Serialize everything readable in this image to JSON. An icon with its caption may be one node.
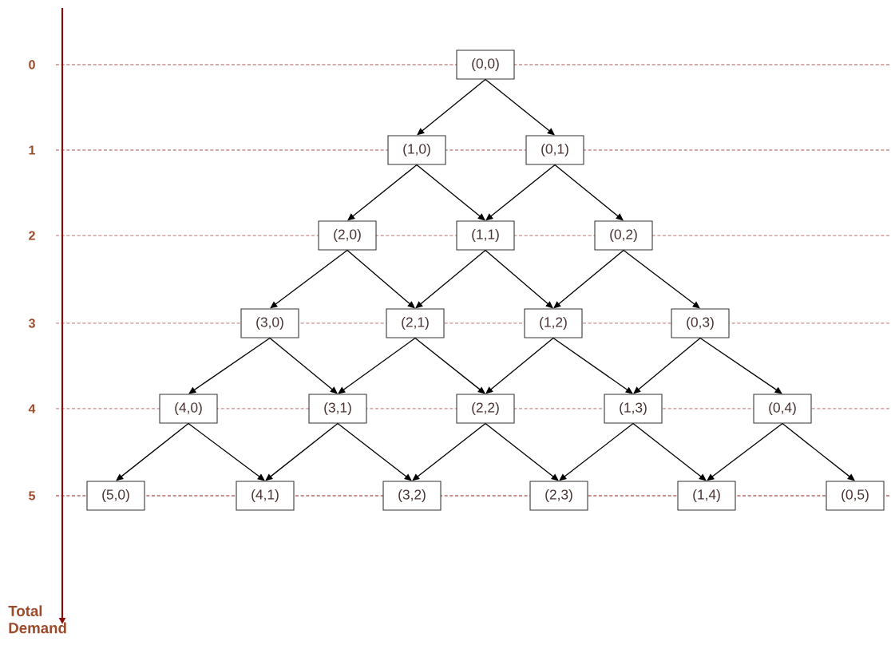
{
  "diagram": {
    "nodes": [
      {
        "text": [
          "(0,0)"
        ]
      },
      {
        "text": [
          "(1,0)"
        ]
      },
      {
        "text": [
          "(0,1)"
        ]
      },
      {
        "text": [
          "(2,0)"
        ]
      },
      {
        "text": [
          "(1,1)"
        ]
      },
      {
        "text": [
          "(0,2)"
        ]
      },
      {
        "text": [
          "(3,0)"
        ]
      },
      {
        "text": [
          "(2,1)"
        ]
      },
      {
        "text": [
          "(1,2)"
        ]
      },
      {
        "text": [
          "(0,3)"
        ]
      },
      {
        "text": [
          "(4,0)"
        ]
      },
      {
        "text": [
          "(3,1)"
        ]
      },
      {
        "text": [
          "(2,2)"
        ]
      },
      {
        "text": [
          "(1,3)"
        ]
      },
      {
        "text": [
          "(0,4)"
        ]
      },
      {
        "text": [
          "(5,0)"
        ]
      },
      {
        "text": [
          "(4,1)"
        ]
      },
      {
        "text": [
          "(3,2)"
        ]
      },
      {
        "text": [
          "(2,3)"
        ]
      },
      {
        "text": [
          "(1,4)"
        ]
      },
      {
        "text": [
          "(0,5)"
        ]
      }
    ],
    "edges": [
      {
        "from": 0,
        "to": 1,
        "arrow": "to"
      },
      {
        "from": 0,
        "to": 2,
        "arrow": "to"
      },
      {
        "from": 1,
        "to": 3,
        "arrow": "to"
      },
      {
        "from": 1,
        "to": 4,
        "arrow": "to"
      },
      {
        "from": 2,
        "to": 4,
        "arrow": "to"
      },
      {
        "from": 2,
        "to": 5,
        "arrow": "to"
      },
      {
        "from": 3,
        "to": 6,
        "arrow": "to"
      },
      {
        "from": 3,
        "to": 7,
        "arrow": "to"
      },
      {
        "from": 4,
        "to": 7,
        "arrow": "to"
      },
      {
        "from": 4,
        "to": 8,
        "arrow": "to"
      },
      {
        "from": 5,
        "to": 8,
        "arrow": "to"
      },
      {
        "from": 5,
        "to": 9,
        "arrow": "to"
      },
      {
        "from": 6,
        "to": 10,
        "arrow": "to"
      },
      {
        "from": 6,
        "to": 11,
        "arrow": "to"
      },
      {
        "from": 7,
        "to": 11,
        "arrow": "to"
      },
      {
        "from": 7,
        "to": 12,
        "arrow": "to"
      },
      {
        "from": 8,
        "to": 12,
        "arrow": "to"
      },
      {
        "from": 8,
        "to": 13,
        "arrow": "to"
      },
      {
        "from": 9,
        "to": 13,
        "arrow": "to"
      },
      {
        "from": 9,
        "to": 14,
        "arrow": "to"
      },
      {
        "from": 10,
        "to": 15,
        "arrow": "to"
      },
      {
        "from": 10,
        "to": 16,
        "arrow": "to"
      },
      {
        "from": 11,
        "to": 16,
        "arrow": "to"
      },
      {
        "from": 11,
        "to": 17,
        "arrow": "to"
      },
      {
        "from": 12,
        "to": 17,
        "arrow": "to"
      },
      {
        "from": 12,
        "to": 18,
        "arrow": "to"
      },
      {
        "from": 13,
        "to": 18,
        "arrow": "to"
      },
      {
        "from": 13,
        "to": 19,
        "arrow": "to"
      },
      {
        "from": 14,
        "to": 19,
        "arrow": "to"
      },
      {
        "from": 14,
        "to": 20,
        "arrow": "to"
      }
    ],
    "labels": [
      "0",
      "1",
      "2",
      "3",
      "4",
      "5",
      "Total Demand"
    ]
  }
}
